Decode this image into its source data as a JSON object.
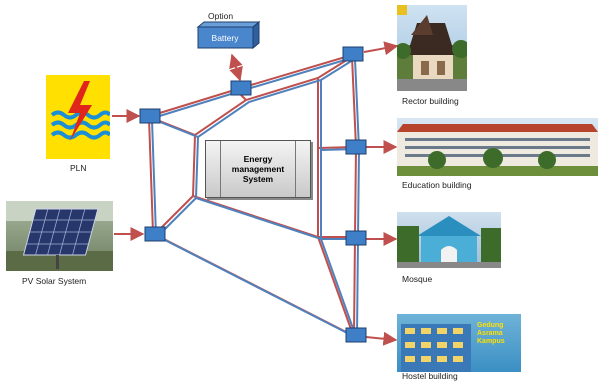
{
  "labels": {
    "option": "Option",
    "battery": "Battery",
    "pln": "PLN",
    "pv": "PV Solar System",
    "ems": "Energy management System",
    "rector": "Rector building",
    "education": "Education building",
    "mosque": "Mosque",
    "hostel": "Hostel building",
    "hostel_sign": "Gedung Asrama Kampus"
  },
  "colors": {
    "node_fill": "#3f7fc8",
    "node_stroke": "#1f3f6e",
    "line_red": "#c0504d",
    "line_blue": "#4f81bd",
    "arrow": "#c0504d",
    "pln_bg": "#ffe000"
  }
}
